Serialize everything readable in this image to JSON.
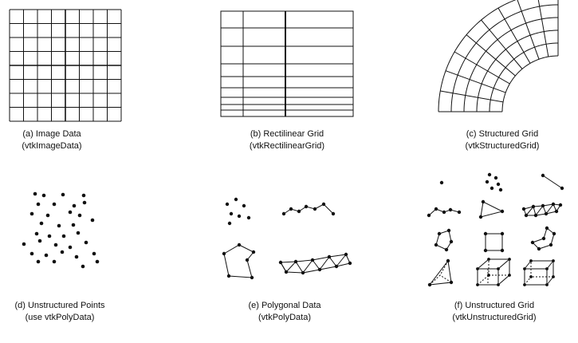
{
  "panels": [
    {
      "id": "a",
      "title": "(a) Image Data",
      "subtitle": "(vtkImageData)"
    },
    {
      "id": "b",
      "title": "(b) Rectilinear Grid",
      "subtitle": "(vtkRectilinearGrid)"
    },
    {
      "id": "c",
      "title": "(c) Structured Grid",
      "subtitle": "(vtkStructuredGrid)"
    },
    {
      "id": "d",
      "title": "(d) Unstructured Points",
      "subtitle": "(use vtkPolyData)"
    },
    {
      "id": "e",
      "title": "(e) Polygonal Data",
      "subtitle": "(vtkPolyData)"
    },
    {
      "id": "f",
      "title": "(f) Unstructured Grid",
      "subtitle": "(vtkUnstructuredGrid)"
    }
  ],
  "colors": {
    "line": "#111111",
    "background": "#ffffff"
  }
}
